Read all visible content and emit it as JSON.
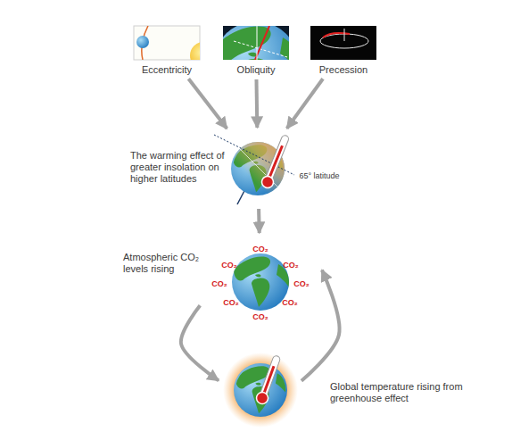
{
  "diagram": {
    "nodes": [
      {
        "text": [
          "Eccentricity"
        ]
      },
      {
        "text": [
          "Obliquity"
        ]
      },
      {
        "text": [
          "Precession"
        ]
      },
      {
        "text": [
          "The warming effect of greater insolation on higher latitudes"
        ]
      },
      {
        "text": [
          "Atmospheric CO₂ levels rising"
        ]
      },
      {
        "text": [
          "Global temperature rising from greenhouse effect"
        ]
      }
    ],
    "edges": [
      {
        "from": 0,
        "to": 3,
        "arrow": "to"
      },
      {
        "from": 1,
        "to": 3,
        "arrow": "to"
      },
      {
        "from": 2,
        "to": 3,
        "arrow": "to"
      },
      {
        "from": 3,
        "to": 4,
        "arrow": "to"
      },
      {
        "from": 4,
        "to": 5,
        "arrow": "to"
      },
      {
        "from": 5,
        "to": 4,
        "arrow": "to"
      }
    ],
    "labels": [
      "65° latitude",
      "CO₂",
      "CO₂",
      "CO₂",
      "CO₂",
      "CO₂",
      "CO₂",
      "CO₂",
      "CO₂"
    ]
  }
}
